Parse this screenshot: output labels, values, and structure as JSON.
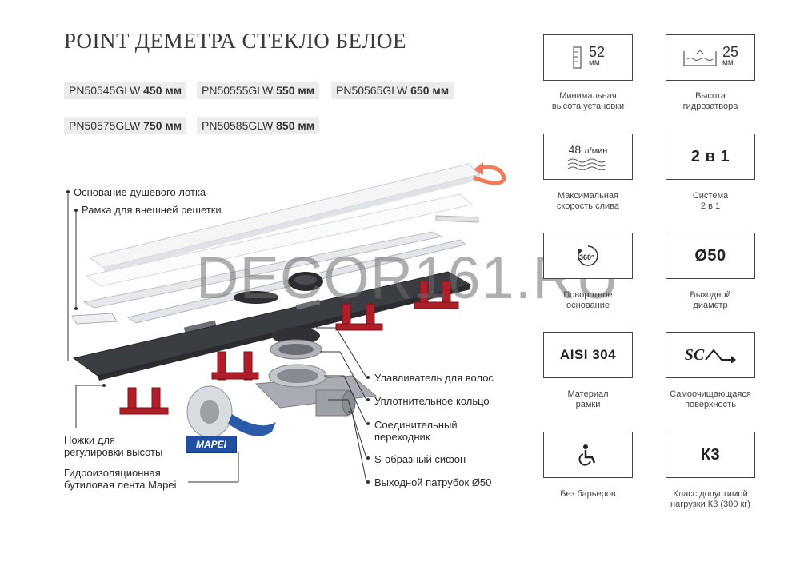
{
  "title": "POINT ДЕМЕТРА СТЕКЛО БЕЛОЕ",
  "models": [
    {
      "code": "PN50545GLW",
      "size": "450 мм"
    },
    {
      "code": "PN50555GLW",
      "size": "550 мм"
    },
    {
      "code": "PN50565GLW",
      "size": "650 мм"
    },
    {
      "code": "PN50575GLW",
      "size": "750 мм"
    },
    {
      "code": "PN50585GLW",
      "size": "850 мм"
    }
  ],
  "labels": {
    "tray_base": "Основание душевого лотка",
    "frame": "Рамка для внешней решетки",
    "legs": "Ножки для\nрегулировки высоты",
    "tape": "Гидроизоляционная\nбутиловая лента Mapei",
    "hair_trap": "Улавливатель для волос",
    "seal_ring": "Уплотнительное кольцо",
    "adapter": "Соединительный\nпереходник",
    "siphon": "S-образный сифон",
    "outlet": "Выходной патрубок Ø50"
  },
  "brand_logo": "MAPEI",
  "watermark": "DECOR161.RU",
  "features": [
    {
      "value": "52",
      "unit": "мм",
      "caption": "Минимальная\nвысота установки",
      "icon": "ruler-icon"
    },
    {
      "value": "25",
      "unit": "мм",
      "caption": "Высота\nгидрозатвора",
      "icon": "water-seal-icon"
    },
    {
      "value": "48",
      "unit": "л/мин",
      "caption": "Максимальная\nскорость слива",
      "icon": "waves-icon"
    },
    {
      "value": "2 в 1",
      "caption": "Система\n2 в 1"
    },
    {
      "value": "360°",
      "caption": "Поворотное\nоснование",
      "icon": "rotate-icon"
    },
    {
      "value": "Ø50",
      "caption": "Выходной\nдиаметр"
    },
    {
      "value": "AISI 304",
      "caption": "Материал\nрамки"
    },
    {
      "value": "SC",
      "caption": "Самоочищающаяся\nповерхность",
      "icon": "self-clean-icon"
    },
    {
      "value": "",
      "caption": "Без барьеров",
      "icon": "wheelchair-icon"
    },
    {
      "value": "К3",
      "caption": "Класс допустимой\nнагрузки К3 (300 кг)"
    }
  ],
  "colors": {
    "leg_red": "#b01e2a",
    "tray_dark": "#3a3d42",
    "arrow_orange": "#f07a5a"
  }
}
